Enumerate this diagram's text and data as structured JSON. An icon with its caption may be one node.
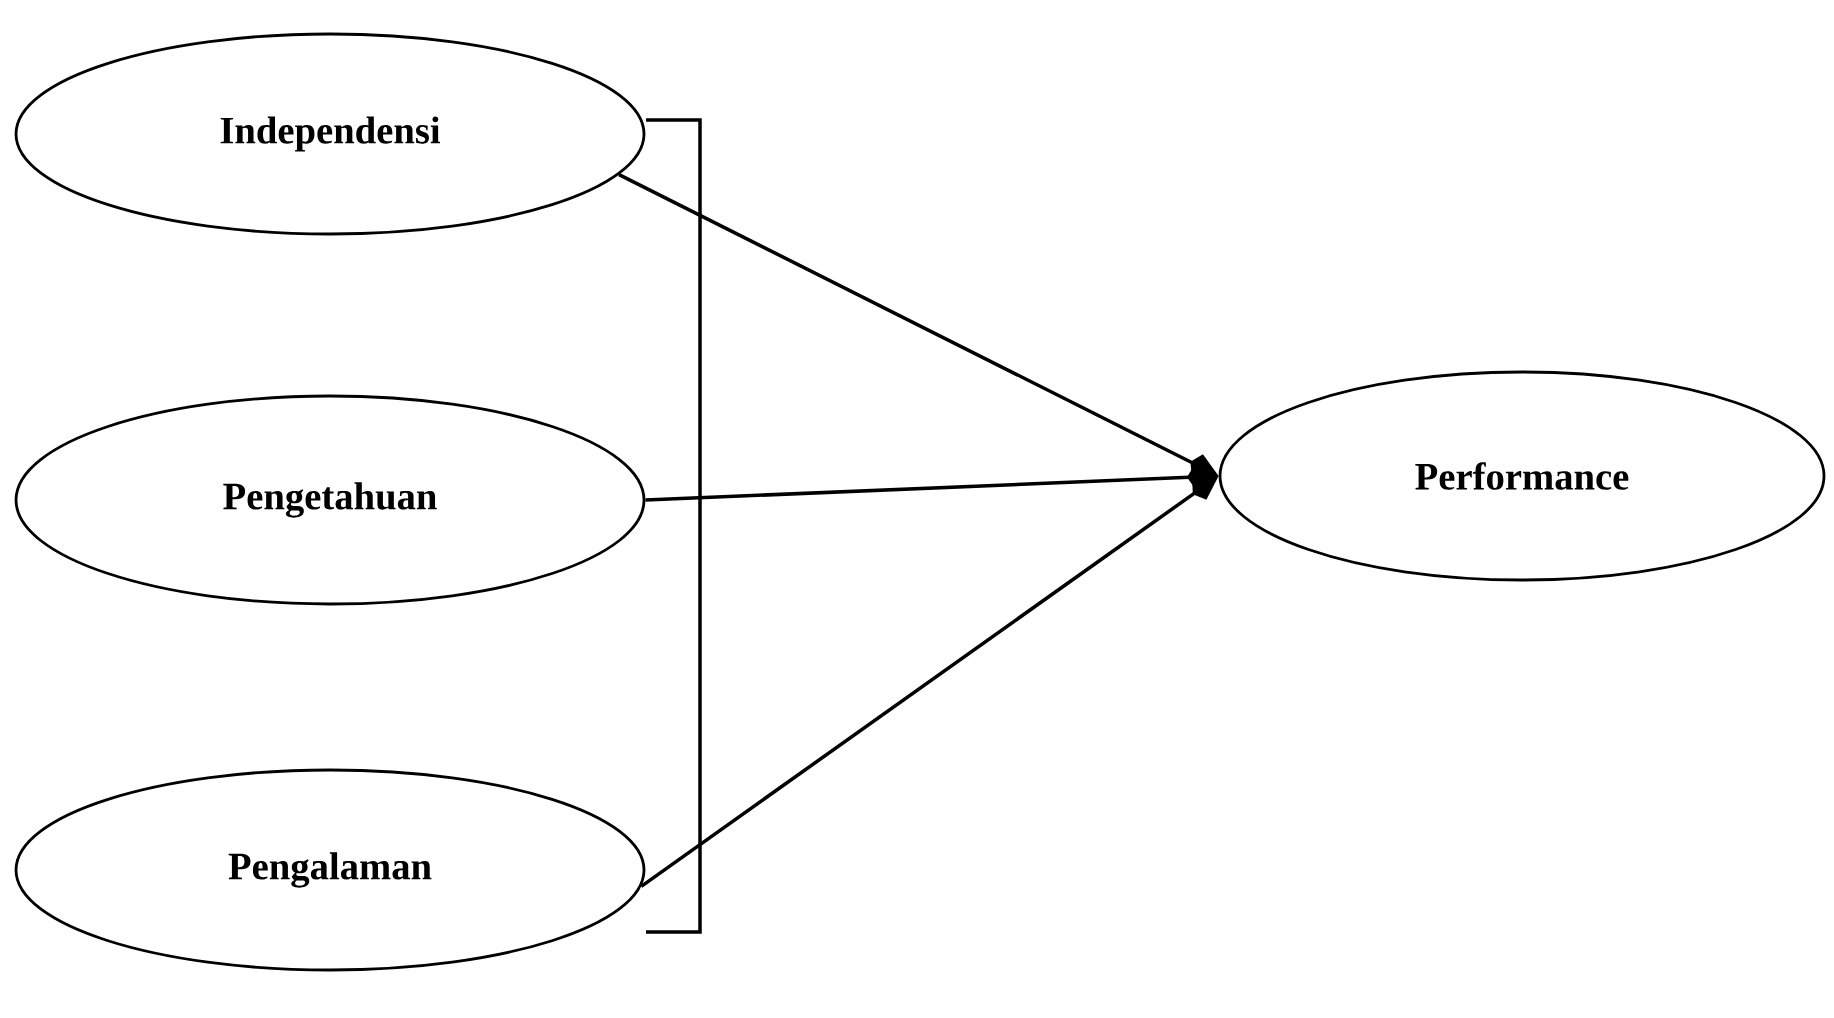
{
  "diagram": {
    "nodes": [
      {
        "text": [
          "Independensi"
        ]
      },
      {
        "text": [
          "Pengetahuan"
        ]
      },
      {
        "text": [
          "Pengalaman"
        ]
      },
      {
        "text": [
          "Performance"
        ]
      }
    ],
    "edges": [
      {
        "from": 0,
        "to": 3,
        "arrow": "to"
      },
      {
        "from": 1,
        "to": 3,
        "arrow": "to"
      },
      {
        "from": 2,
        "to": 3,
        "arrow": "to"
      }
    ]
  }
}
